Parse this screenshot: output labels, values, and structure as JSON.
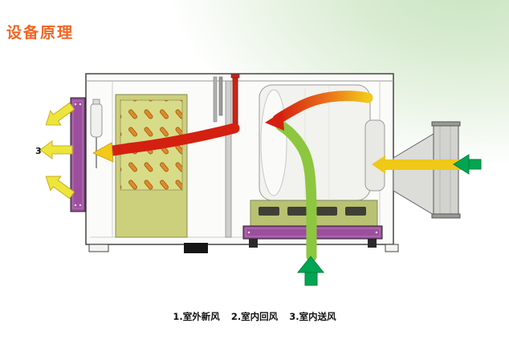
{
  "title": "设备原理",
  "caption": {
    "item1": "1.室外新风",
    "item2": "2.室内回风",
    "item3": "3.室内送风"
  },
  "labels": {
    "supply_air_number": "3"
  },
  "colors": {
    "title_orange": "#f26522",
    "panel_purple": "#9c4f9c",
    "flow_red": "#d42010",
    "flow_yellow": "#f0c818",
    "flow_green_light": "#8dc63f",
    "flow_green_dark": "#00a651",
    "coil_olive": "#ccd07d",
    "coil_fin_orange": "#e08a28",
    "background_green": "#c9e4c0"
  }
}
